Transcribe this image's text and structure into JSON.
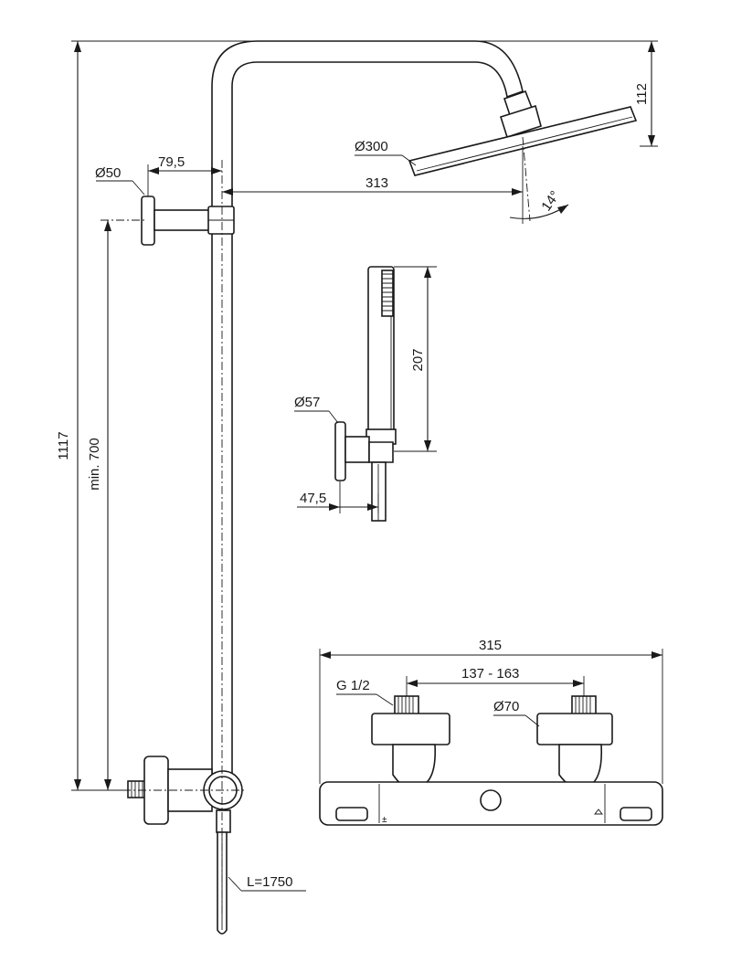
{
  "dimensions": {
    "height_total": "1117",
    "height_min": "min. 700",
    "bracket_diameter": "Ø50",
    "bracket_offset": "79,5",
    "arm_reach": "313",
    "head_diameter": "Ø300",
    "head_height": "112",
    "head_angle": "14°",
    "hand_shower_length": "207",
    "hand_holder_diameter": "Ø57",
    "hand_holder_offset": "47,5",
    "hose_length": "L=1750",
    "mixer_width": "315",
    "inlet_spacing": "137 - 163",
    "thread_size": "G 1/2",
    "escutcheon_diameter": "Ø70"
  }
}
